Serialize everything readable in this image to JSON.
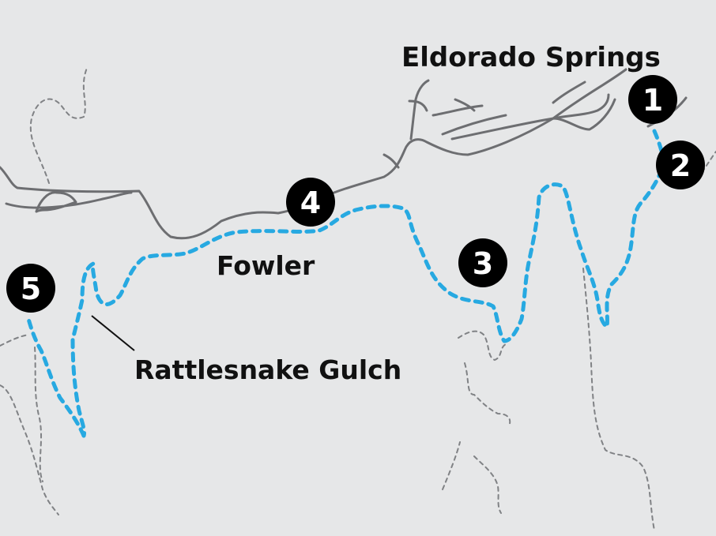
{
  "map": {
    "colors": {
      "background": "#e6e7e8",
      "road": "#6d6e71",
      "trail_route": "#27a9e1",
      "other_trails": "#808285",
      "marker_fill": "#000000",
      "marker_text": "#ffffff",
      "label_text": "#111111"
    },
    "labels": {
      "town": "Eldorado Springs",
      "trail_fowler": "Fowler",
      "trail_rattlesnake": "Rattlesnake Gulch"
    },
    "markers": [
      {
        "id": "1",
        "label": "1"
      },
      {
        "id": "2",
        "label": "2"
      },
      {
        "id": "3",
        "label": "3"
      },
      {
        "id": "4",
        "label": "4"
      },
      {
        "id": "5",
        "label": "5"
      }
    ]
  }
}
